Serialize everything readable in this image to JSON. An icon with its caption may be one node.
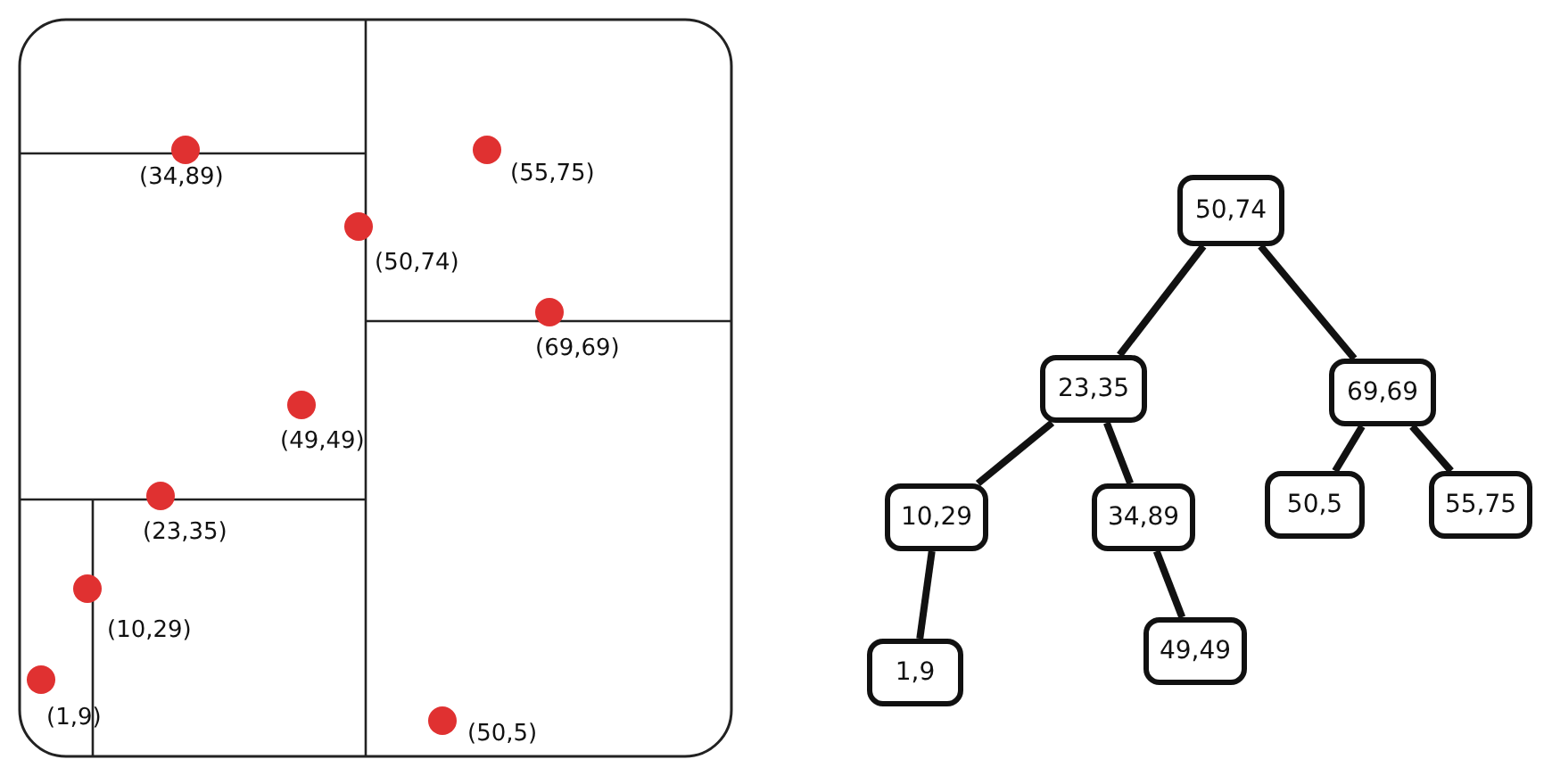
{
  "diagram": {
    "nodes": [
      {
        "text": [
          "50,74"
        ]
      },
      {
        "text": [
          "23,35"
        ]
      },
      {
        "text": [
          "69,69"
        ]
      },
      {
        "text": [
          "10,29"
        ]
      },
      {
        "text": [
          "34,89"
        ]
      },
      {
        "text": [
          "50,5"
        ]
      },
      {
        "text": [
          "55,75"
        ]
      },
      {
        "text": [
          "1,9"
        ]
      },
      {
        "text": [
          "49,49"
        ]
      }
    ],
    "edges": [
      {
        "from": 0,
        "to": 1,
        "arrow": "none"
      },
      {
        "from": 0,
        "to": 2,
        "arrow": "none"
      },
      {
        "from": 1,
        "to": 3,
        "arrow": "none"
      },
      {
        "from": 1,
        "to": 4,
        "arrow": "none"
      },
      {
        "from": 2,
        "to": 5,
        "arrow": "none"
      },
      {
        "from": 2,
        "to": 6,
        "arrow": "none"
      },
      {
        "from": 3,
        "to": 7,
        "arrow": "none"
      },
      {
        "from": 4,
        "to": 8,
        "arrow": "none"
      }
    ],
    "labels": [
      "(34,89)",
      "(55,75)",
      "(50,74)",
      "(69,69)",
      "(49,49)",
      "(23,35)",
      "(10,29)",
      "(1,9)",
      "(50,5)"
    ]
  }
}
